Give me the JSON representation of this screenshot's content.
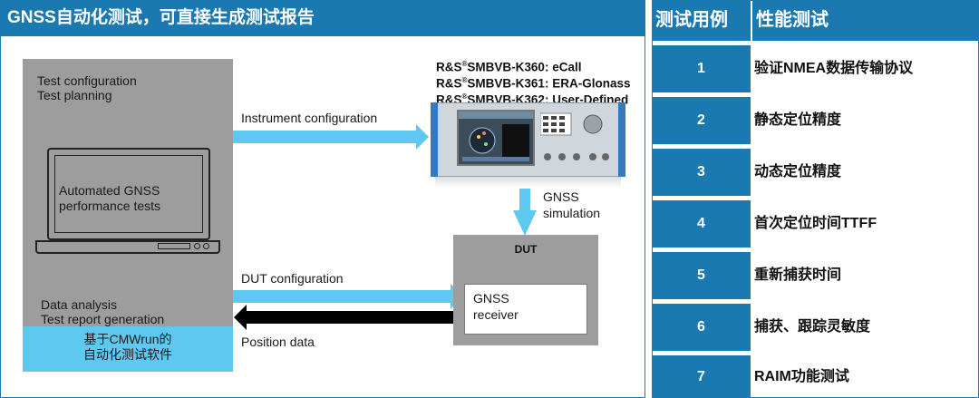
{
  "slide": {
    "title": "GNSS自动化测试，可直接生成测试报告",
    "panel": {
      "top_line1": "Test configuration",
      "top_line2": "Test planning",
      "laptop_line1": "Automated GNSS",
      "laptop_line2": "performance tests",
      "bottom_line1": "Data analysis",
      "bottom_line2": "Test report generation",
      "cmw_line1": "基于CMWrun的",
      "cmw_line2": "自动化测试软件"
    },
    "products": [
      {
        "brand": "R&S",
        "reg": "®",
        "model": "SMBVB-K360",
        "desc": ": eCall"
      },
      {
        "brand": "R&S",
        "reg": "®",
        "model": "SMBVB-K361",
        "desc": ": ERA-Glonass"
      },
      {
        "brand": "R&S",
        "reg": "®",
        "model": "SMBVB-K362",
        "desc": ": User-Defined"
      }
    ],
    "arrows": {
      "instrument_configuration": "Instrument configuration",
      "dut_configuration": "DUT configuration",
      "position_data": "Position data",
      "gnss_simulation_line1": "GNSS",
      "gnss_simulation_line2": "simulation"
    },
    "dut": {
      "label": "DUT",
      "receiver_line1": "GNSS",
      "receiver_line2": "receiver"
    },
    "colors": {
      "title_bg": "#1b79b1",
      "panel_gray": "#9d9d9d",
      "panel_light_blue": "#5ec8f0",
      "arrow_blue": "#5ec8f0",
      "arrow_black": "#000000"
    }
  },
  "table": {
    "headers": [
      "测试用例",
      "性能测试"
    ],
    "rows": [
      {
        "num": "1",
        "test": "验证NMEA数据传输协议"
      },
      {
        "num": "2",
        "test": "静态定位精度"
      },
      {
        "num": "3",
        "test": "动态定位精度"
      },
      {
        "num": "4",
        "test": "首次定位时间TTFF"
      },
      {
        "num": "5",
        "test": "重新捕获时间"
      },
      {
        "num": "6",
        "test": "捕获、跟踪灵敏度"
      },
      {
        "num": "7",
        "test": "RAIM功能测试"
      }
    ]
  }
}
